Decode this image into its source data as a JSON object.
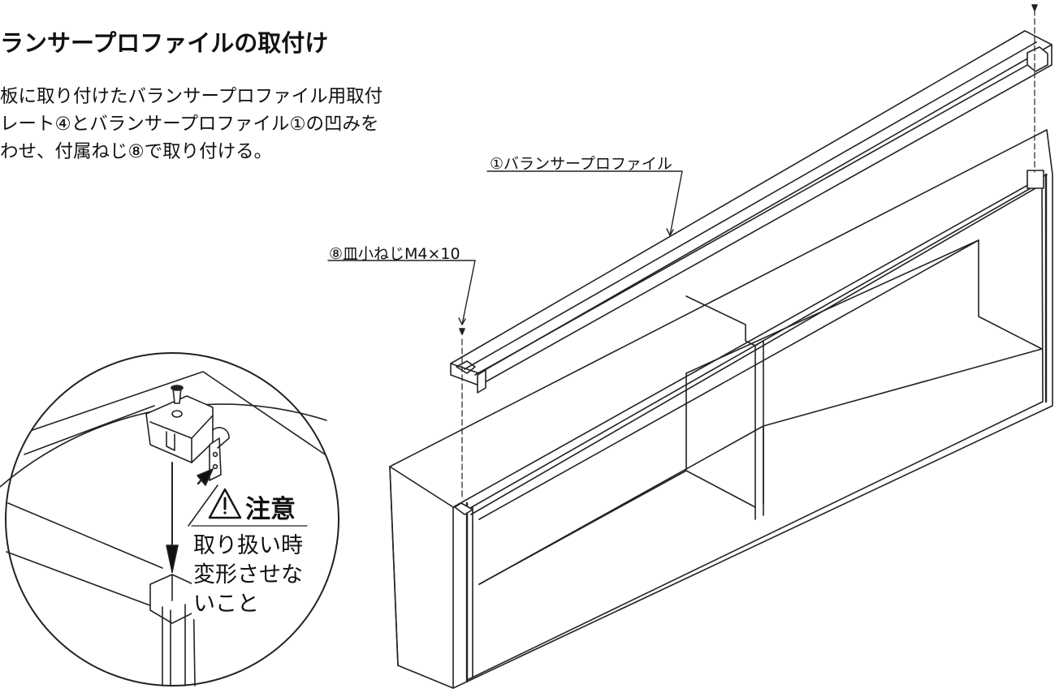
{
  "title": "ランサープロファイルの取付け",
  "instructions": [
    "板に取り付けたバランサープロファイル用取付",
    "レート④とバランサープロファイル①の凹みを",
    "わせ、付属ねじ⑧で取り付ける。"
  ],
  "callouts": {
    "profile": "①バランサープロファイル",
    "screw": "⑧皿小ねじM4×10"
  },
  "caution": {
    "title": "注意",
    "lines": [
      "取り扱い時",
      "変形させな",
      "いこと"
    ]
  }
}
